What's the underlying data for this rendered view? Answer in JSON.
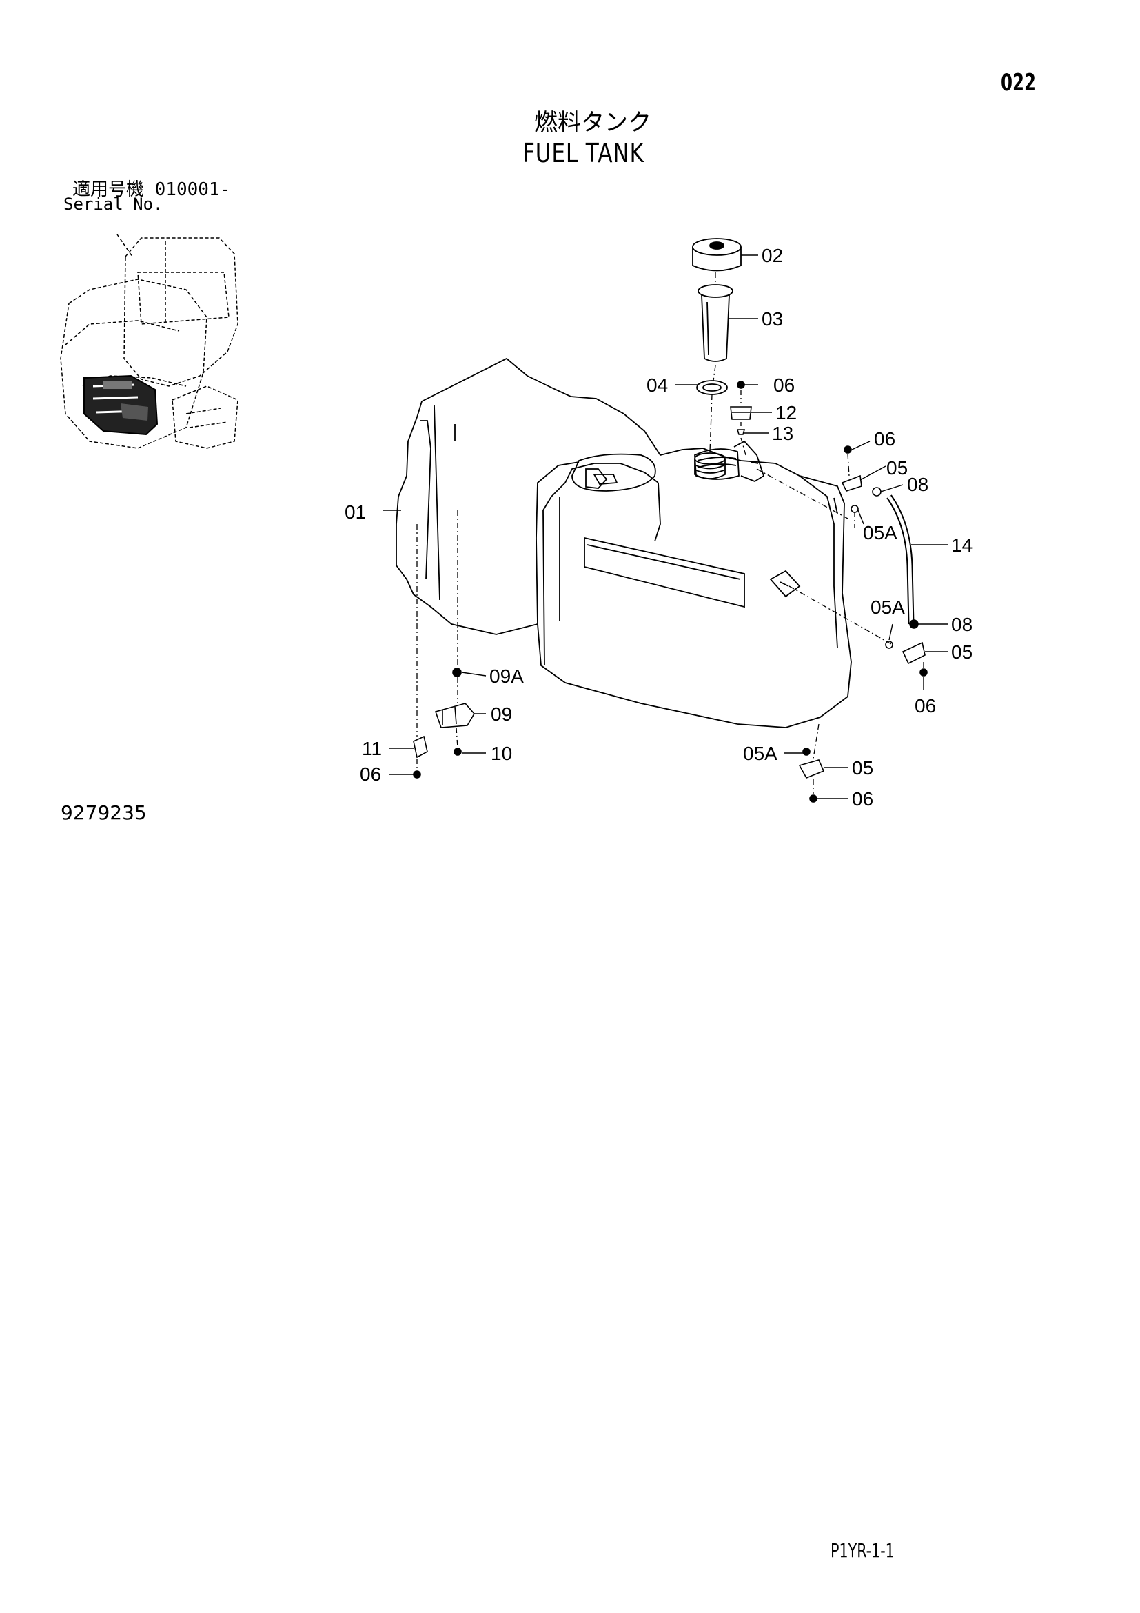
{
  "page_number": "022",
  "title_jp": "燃料タンク",
  "title_en": "FUEL TANK",
  "serial_label_jp": "適用号機  010001-",
  "serial_label_en": "Serial No.",
  "drawing_number": "9279235",
  "sheet_code": "P1YR-1-1",
  "callouts": [
    "01",
    "02",
    "03",
    "04",
    "06",
    "12",
    "13",
    "06",
    "05",
    "08",
    "05A",
    "14",
    "05A",
    "08",
    "05",
    "06",
    "09A",
    "09",
    "10",
    "11",
    "06",
    "05A",
    "05",
    "06"
  ]
}
